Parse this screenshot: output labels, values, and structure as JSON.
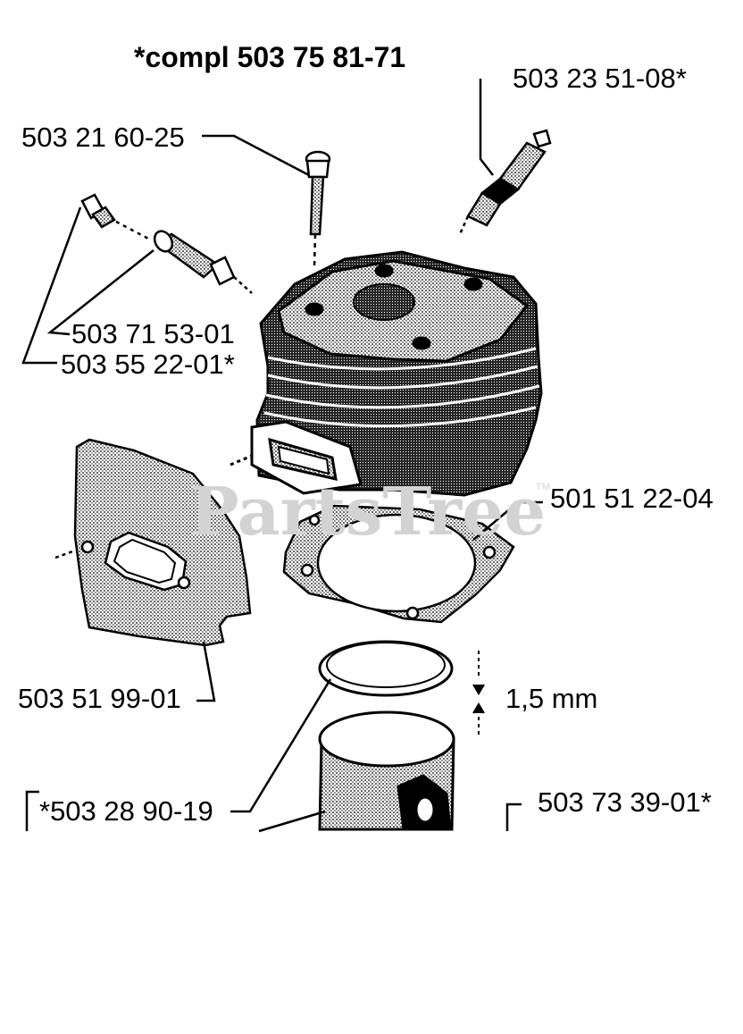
{
  "title": "*compl 503 75 81-71",
  "parts": {
    "spark_plug": "503 23 51-08*",
    "screw": "503 21 60-25",
    "decompression_valve": "503 71 53-01",
    "valve_nipple": "503 55 22-01*",
    "cylinder_gasket": "501 51 22-04",
    "exhaust_gasket": "503 51 99-01",
    "piston_ring": "*503 28 90-19",
    "piston": "503 73 39-01*"
  },
  "dimension": "1,5 mm",
  "watermark": {
    "text": "PartsTree",
    "tm": "TM"
  }
}
